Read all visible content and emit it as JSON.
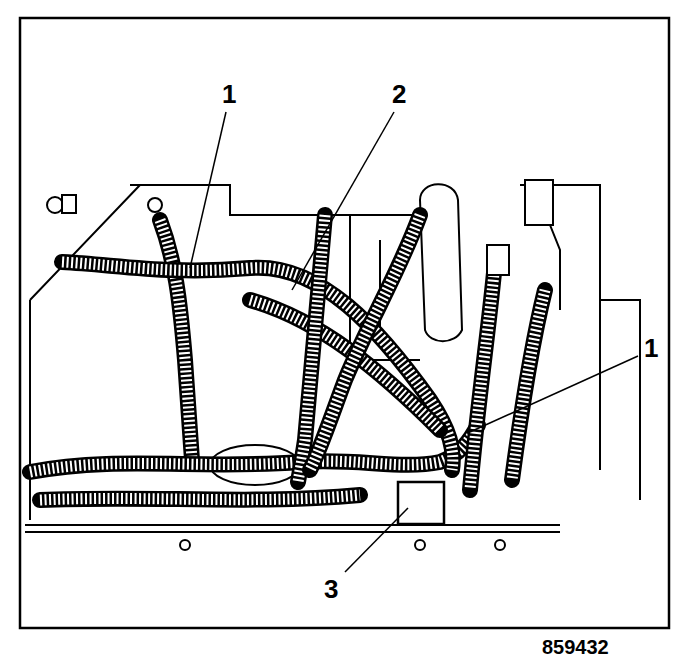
{
  "diagram": {
    "labels": [
      "1",
      "2",
      "1",
      "3",
      "859432"
    ]
  }
}
